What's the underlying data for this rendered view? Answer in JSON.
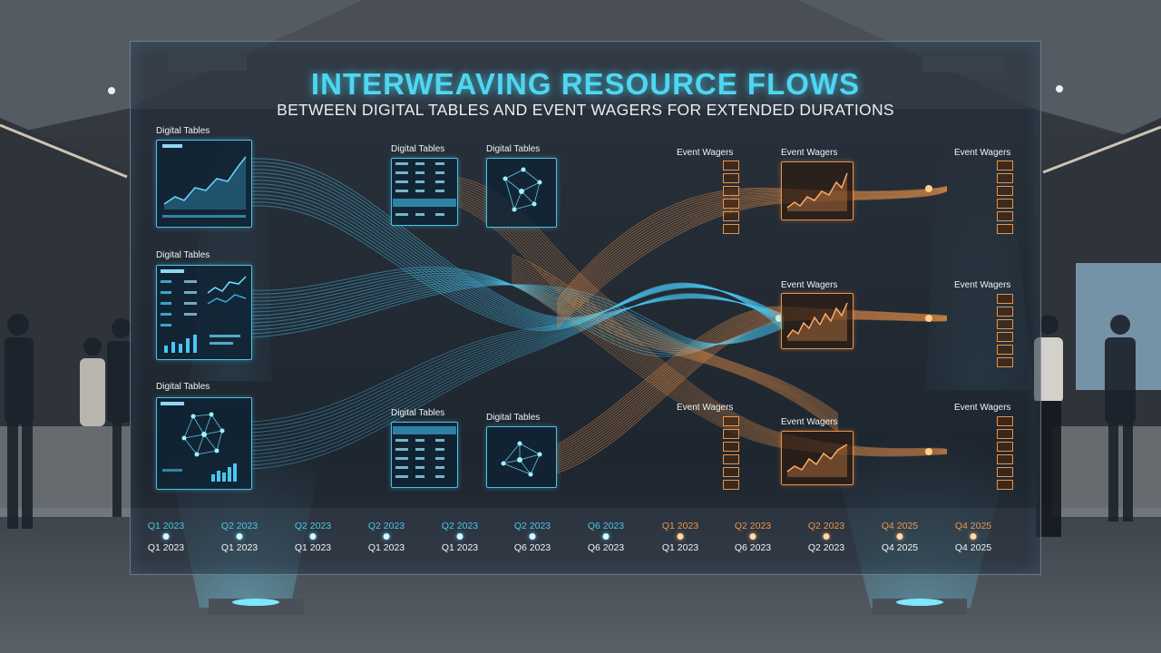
{
  "title": "INTERWEAVING RESOURCE FLOWS",
  "subtitle": "BETWEEN DIGITAL TABLES AND EVENT WAGERS FOR EXTENDED DURATIONS",
  "labels": {
    "digital_tables": "Digital Tables",
    "event_wagers": "Event Wagers"
  },
  "timeline": {
    "top": [
      "Q1 2023",
      "Q2 2023",
      "Q2 2023",
      "Q2 2023",
      "Q2 2023",
      "Q2 2023",
      "Q6 2023",
      "Q1 2023",
      "Q2 2023",
      "Q2 2023",
      "Q4 2025",
      "Q4 2025"
    ],
    "bottom": [
      "Q1 2023",
      "Q1 2023",
      "Q1 2023",
      "Q1 2023",
      "Q1 2023",
      "Q6 2023",
      "Q6 2023",
      "Q1 2023",
      "Q6 2023",
      "Q2 2023",
      "Q4 2025",
      "Q4 2025"
    ]
  },
  "colors": {
    "blue_flow": "#49c6ef",
    "orange_flow": "#f0954a",
    "title_cyan": "#4fd6f0"
  }
}
